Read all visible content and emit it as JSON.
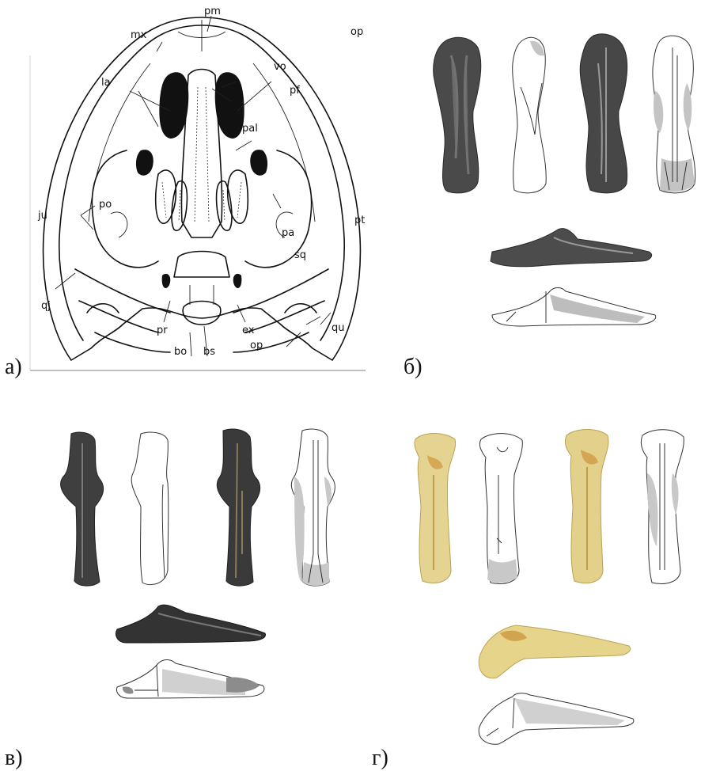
{
  "panel_a": {
    "letter": "а)",
    "labels": {
      "pm": "pm",
      "mx": "mx",
      "op_top": "op",
      "vo": "vo",
      "la": "la",
      "pf": "pf",
      "pal": "pal",
      "ju": "ju",
      "po": "po",
      "pt": "pt",
      "pa": "pa",
      "sq": "sq",
      "qj": "qj",
      "pr": "pr",
      "ex": "ex",
      "qu": "qu",
      "bo": "bo",
      "bs": "bs",
      "op": "op"
    }
  },
  "panel_b": {
    "letter": "б)"
  },
  "panel_v": {
    "letter": "в)"
  },
  "panel_g": {
    "letter": "г)"
  },
  "colors": {
    "dark_specimen": "#3a3a3a",
    "gray_specimen": "#5e5e5e",
    "yellow_specimen": "#e6d48a",
    "shade": "#b9b9b9",
    "ink": "#111111"
  }
}
